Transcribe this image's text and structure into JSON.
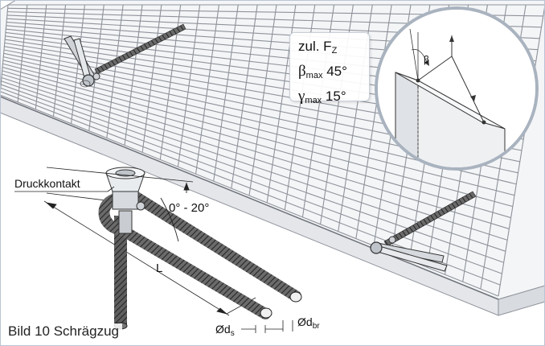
{
  "caption": "Bild 10  Schrägzug",
  "labels": {
    "druckkontakt": "Druckkontakt",
    "angle_range": "0° - 20°",
    "length": "L",
    "diam_s_main": "Ød",
    "diam_s_sub": "s",
    "diam_br_main": "Ød",
    "diam_br_sub": "br"
  },
  "info": {
    "load_main": "zul. F",
    "load_sub": "Z",
    "beta_sym": "β",
    "beta_sub": "max",
    "beta_val": "45°",
    "gamma_sym": "γ",
    "gamma_sub": "max",
    "gamma_val": "15°"
  },
  "detail": {
    "beta": "β"
  },
  "colors": {
    "slab_top": "#f4f5f7",
    "slab_side": "#e4e6ea",
    "mesh": "#8e939a",
    "rebar": "#4a4a4a",
    "frame": "#b9c4d2",
    "circle_bg": "#ffffff"
  }
}
